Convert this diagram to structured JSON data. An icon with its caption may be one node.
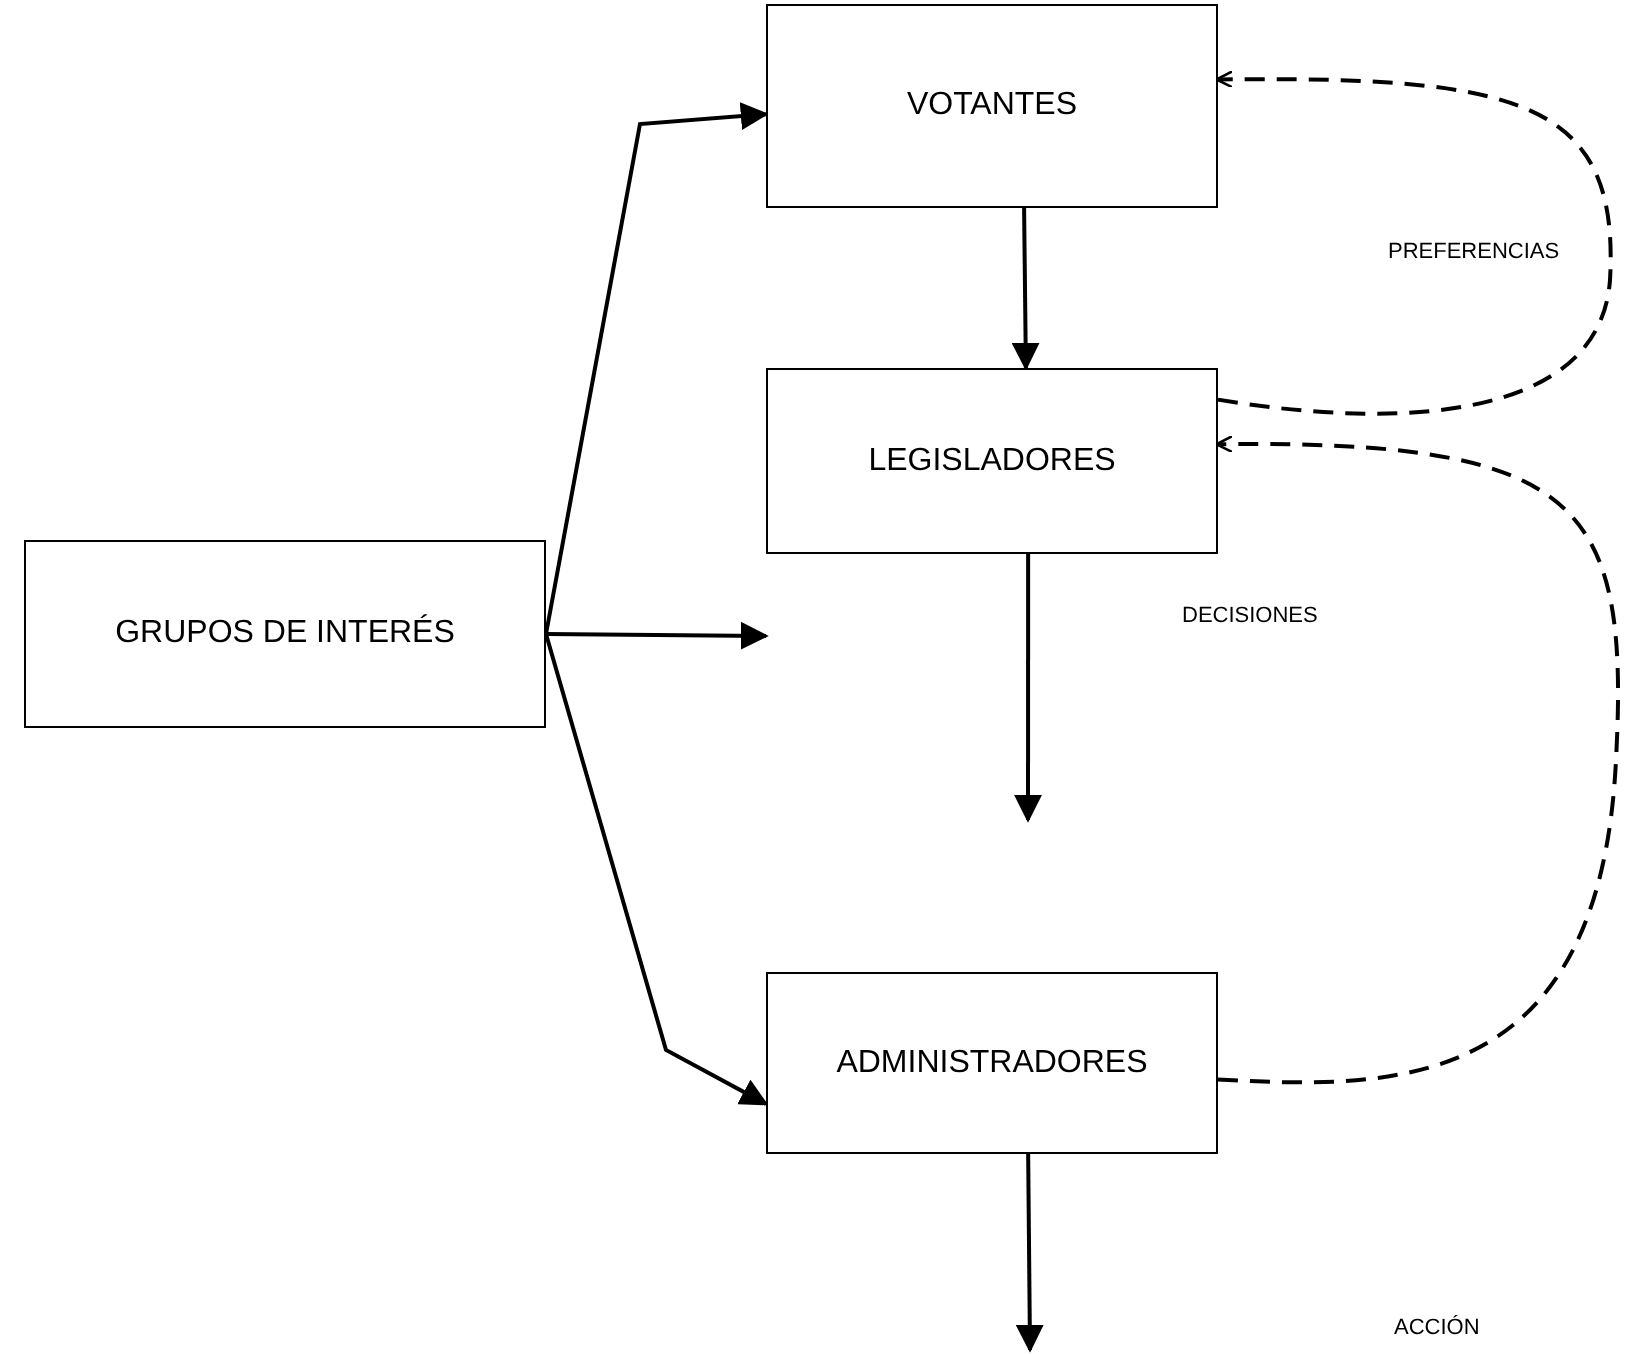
{
  "diagram": {
    "nodes": [
      {
        "text": [
          "GRUPOS DE INTERÉS"
        ]
      },
      {
        "text": [
          "VOTANTES"
        ]
      },
      {
        "text": [
          "LEGISLADORES"
        ]
      },
      {
        "text": [
          "ADMINISTRADORES"
        ]
      }
    ],
    "edges": [
      {
        "from": 0,
        "to": 1,
        "arrow": "to"
      },
      {
        "from": 0,
        "to": null,
        "arrow": "to"
      },
      {
        "from": 0,
        "to": 3,
        "arrow": "to"
      },
      {
        "from": 1,
        "to": 2,
        "arrow": "to"
      },
      {
        "from": 2,
        "to": null,
        "arrow": "to"
      },
      {
        "from": 3,
        "to": null,
        "arrow": "to"
      },
      {
        "from": 2,
        "to": 1,
        "arrow": "to",
        "style": "dashed",
        "label": "PREFERENCIAS"
      },
      {
        "from": 3,
        "to": 2,
        "arrow": "to",
        "style": "dashed"
      }
    ],
    "labels": [
      "DECISIONES",
      "ACCIÓN"
    ]
  }
}
